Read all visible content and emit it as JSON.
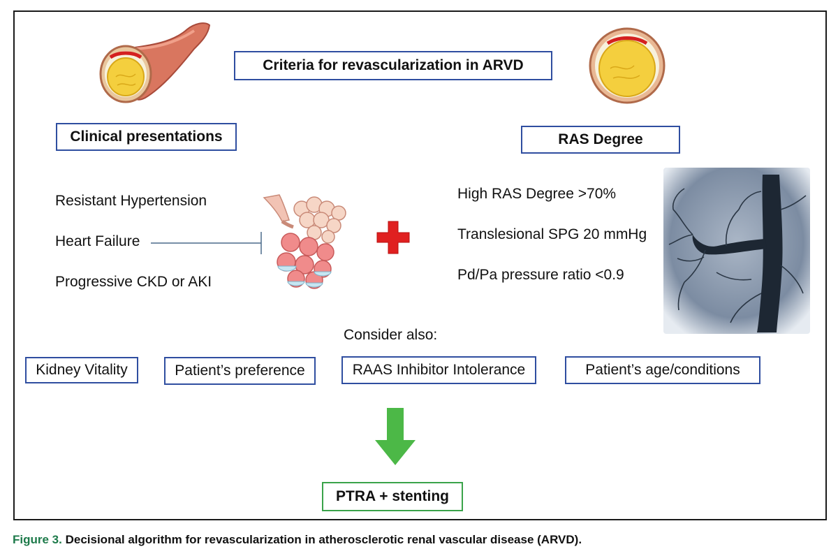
{
  "title_box": "Criteria for revascularization in ARVD",
  "clinical": {
    "header": "Clinical presentations",
    "items": [
      "Resistant Hypertension",
      "Heart Failure",
      "Progressive CKD or AKI"
    ]
  },
  "ras": {
    "header": "RAS Degree",
    "items": [
      "High RAS Degree >70%",
      "Translesional SPG 20 mmHg",
      "Pd/Pa pressure ratio <0.9"
    ]
  },
  "consider": {
    "label": "Consider also:",
    "boxes": [
      "Kidney Vitality",
      "Patient’s preference",
      "RAAS Inhibitor Intolerance",
      "Patient’s age/conditions"
    ]
  },
  "outcome": "PTRA + stenting",
  "caption": {
    "figure_label": "Figure 3.",
    "text": "Decisional algorithm for revascularization in atherosclerotic renal vascular disease (ARVD)."
  },
  "colors": {
    "box_border": "#2f4ea0",
    "outcome_border": "#3aa34a",
    "arrow": "#4cb847",
    "plus": "#e02020",
    "caption_label": "#1d7a4a"
  },
  "icons": [
    "artery-illustration",
    "artery-cross-section-illustration",
    "alveoli-illustration",
    "red-plus-icon",
    "angiogram-image",
    "down-arrow-icon"
  ]
}
